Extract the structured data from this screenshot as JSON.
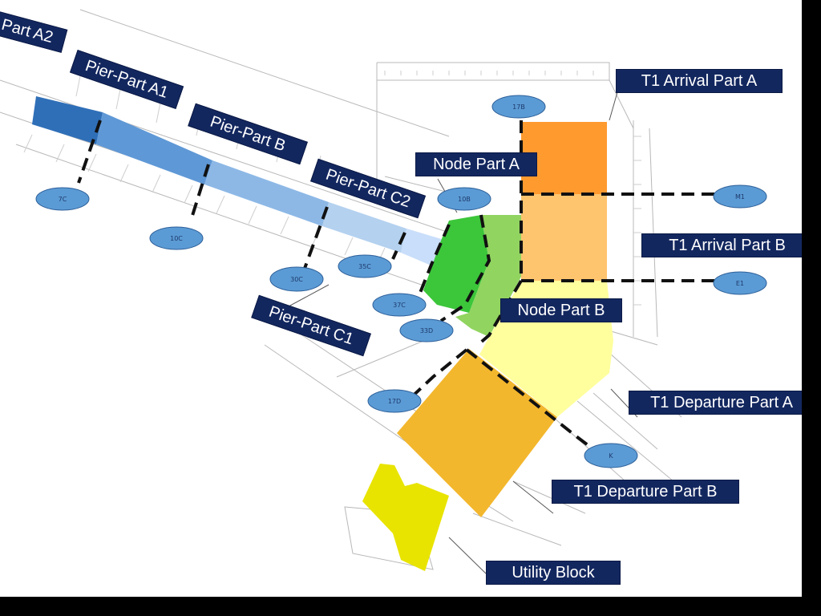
{
  "colors": {
    "label_bg": "#13275f",
    "label_text": "#ffffff",
    "marker_fill": "#5b9bd5",
    "pier_a2": "#2f6fb8",
    "pier_a1": "#5f98d6",
    "pier_b": "#8db8e6",
    "pier_c2": "#b4d1ef",
    "pier_c1": "#c9defa",
    "node_a": "#3cc63a",
    "node_b": "#91d460",
    "t1_arrival_a": "#ff9a2f",
    "t1_arrival_b": "#ffc46e",
    "t1_departure_a": "#ffff9e",
    "t1_departure_b": "#f3b72d",
    "utility_block": "#e8e400"
  },
  "labels": {
    "pier_part_a2": "Part A2",
    "pier_part_a1": "Pier-Part A1",
    "pier_part_b": "Pier-Part B",
    "pier_part_c2": "Pier-Part C2",
    "pier_part_c1": "Pier-Part C1",
    "node_part_a": "Node Part A",
    "node_part_b": "Node Part B",
    "t1_arrival_part_a": "T1 Arrival Part A",
    "t1_arrival_part_b": "T1 Arrival Part B",
    "t1_departure_part_a": "T1 Departure Part A",
    "t1_departure_part_b": "T1 Departure Part B",
    "utility_block": "Utility Block"
  },
  "markers": [
    "7C",
    "10C",
    "30C",
    "35C",
    "37C",
    "33D",
    "17D",
    "10B",
    "17B",
    "M1",
    "E1",
    "K"
  ]
}
